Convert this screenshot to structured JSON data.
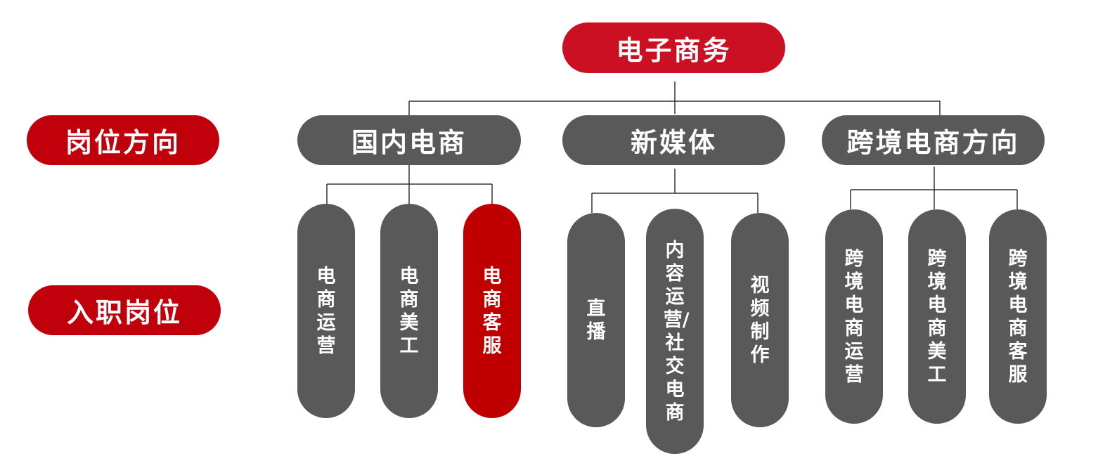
{
  "root": {
    "label": "电子商务"
  },
  "row_labels": {
    "direction": "岗位方向",
    "entry": "入职岗位"
  },
  "directions": [
    {
      "label": "国内电商",
      "positions": [
        "电商运营",
        "电商美工",
        "电商客服"
      ]
    },
    {
      "label": "新媒体",
      "positions": [
        "直播",
        "内容运营/社交电商",
        "视频制作"
      ]
    },
    {
      "label": "跨境电商方向",
      "positions": [
        "跨境电商运营",
        "跨境电商美工",
        "跨境电商客服"
      ]
    }
  ],
  "colors": {
    "accent_red": "#c0000a",
    "root_red": "#cc1024",
    "node_gray": "#595959",
    "line": "#333333"
  }
}
